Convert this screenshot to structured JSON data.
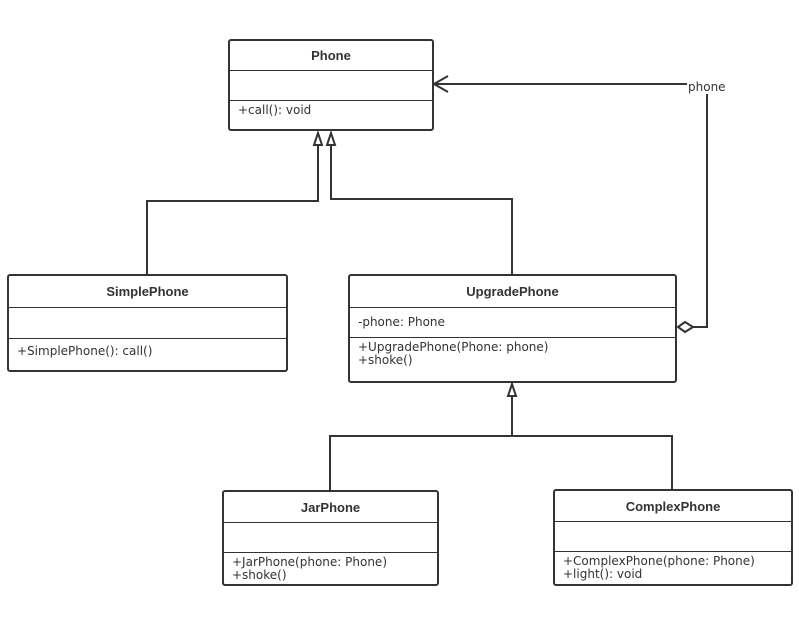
{
  "classes": {
    "phone": {
      "name": "Phone",
      "attributes": [],
      "methods": [
        "+call(): void"
      ]
    },
    "simple_phone": {
      "name": "SimplePhone",
      "attributes": [],
      "methods": [
        "+SimplePhone(): call()"
      ]
    },
    "upgrade_phone": {
      "name": "UpgradePhone",
      "attributes": [
        "-phone: Phone"
      ],
      "methods": [
        "+UpgradePhone(Phone: phone)",
        "+shoke()"
      ]
    },
    "jar_phone": {
      "name": "JarPhone",
      "attributes": [],
      "methods": [
        "+JarPhone(phone: Phone)",
        "+shoke()"
      ]
    },
    "complex_phone": {
      "name": "ComplexPhone",
      "attributes": [],
      "methods": [
        "+ComplexPhone(phone: Phone)",
        "+light(): void"
      ]
    }
  },
  "association": {
    "label": "phone"
  },
  "colors": {
    "line": "#333333",
    "background": "#ffffff"
  }
}
